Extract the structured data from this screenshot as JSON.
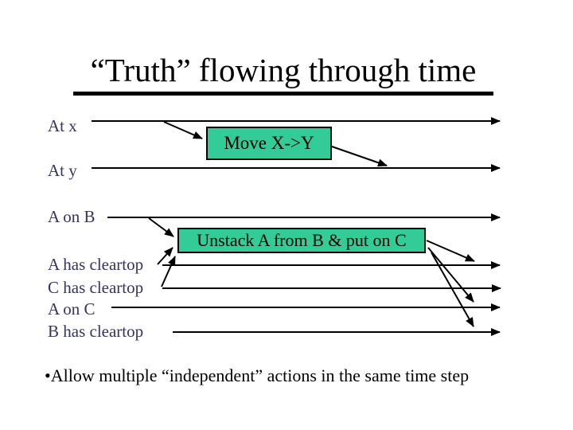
{
  "title": "“Truth” flowing through time",
  "timeline": {
    "rows": [
      {
        "label": "At x"
      },
      {
        "label": "At y"
      },
      {
        "label": "A on B"
      },
      {
        "label": "A has cleartop"
      },
      {
        "label": "C has cleartop"
      },
      {
        "label": "A on C"
      },
      {
        "label": "B has cleartop"
      }
    ],
    "actions": [
      {
        "label": "Move X->Y"
      },
      {
        "label": "Unstack A from B & put on C"
      }
    ]
  },
  "bullet": {
    "marker": "•",
    "text": "Allow multiple “independent” actions in the same time step"
  },
  "colors": {
    "action_box_fill": "#33CC99",
    "label_text": "#333366",
    "stroke": "#000000",
    "background": "#FFFFFF"
  }
}
